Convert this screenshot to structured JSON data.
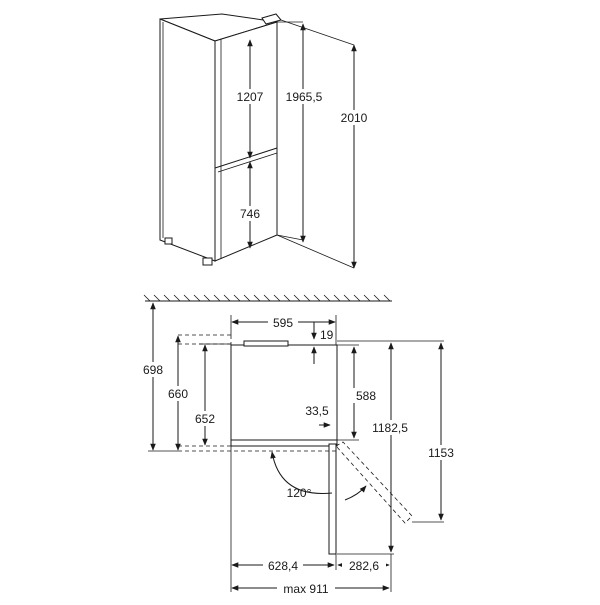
{
  "front_view": {
    "fridge_door_height": "1207",
    "freezer_door_height": "746",
    "body_height": "1965,5",
    "total_height": "2010"
  },
  "top_view": {
    "width": "595",
    "top_gap": "19",
    "wall_clearance": "698",
    "depth_with_door": "660",
    "depth_body": "652",
    "inner_depth": "588",
    "door_offset": "33,5",
    "depth_door_open": "1182,5",
    "depth_open_alt": "1153",
    "opening_angle": "120°",
    "width_door_open": "628,4",
    "door_swing": "282,6",
    "max_width": "max 911"
  }
}
